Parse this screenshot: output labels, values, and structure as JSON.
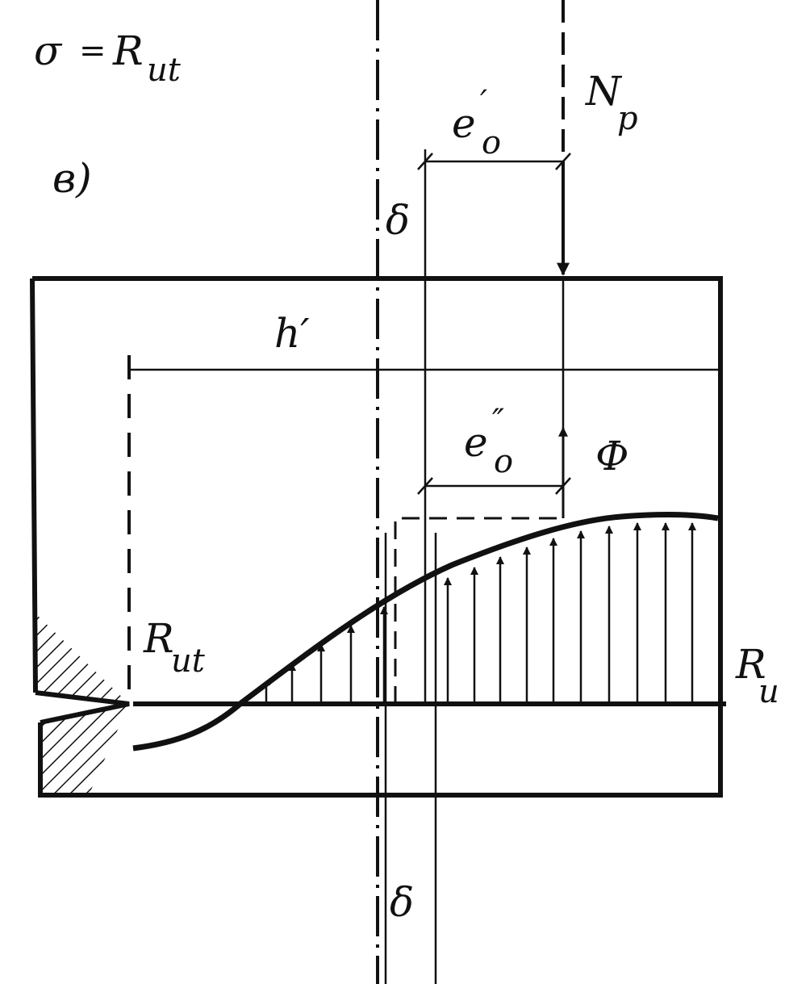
{
  "labels": {
    "condition_sigma": "σ",
    "condition_equals": "=",
    "condition_R": "R",
    "condition_sub": "ut",
    "subfigure": "в)",
    "Np_main": "N",
    "Np_sub": "p",
    "e0_prime_main": "e",
    "e0_prime_sub": "o",
    "e0_prime_mark": "′",
    "e0_dprime_main": "e",
    "e0_dprime_sub": "o",
    "e0_dprime_mark": "″",
    "delta_top": "δ",
    "delta_bottom": "δ",
    "h_prime": "h′",
    "Phi": "Ф",
    "Rut_main": "R",
    "Rut_sub": "ut",
    "Ru_main": "R",
    "Ru_sub": "u"
  },
  "colors": {
    "ink": "#111111",
    "paper": "#ffffff"
  }
}
